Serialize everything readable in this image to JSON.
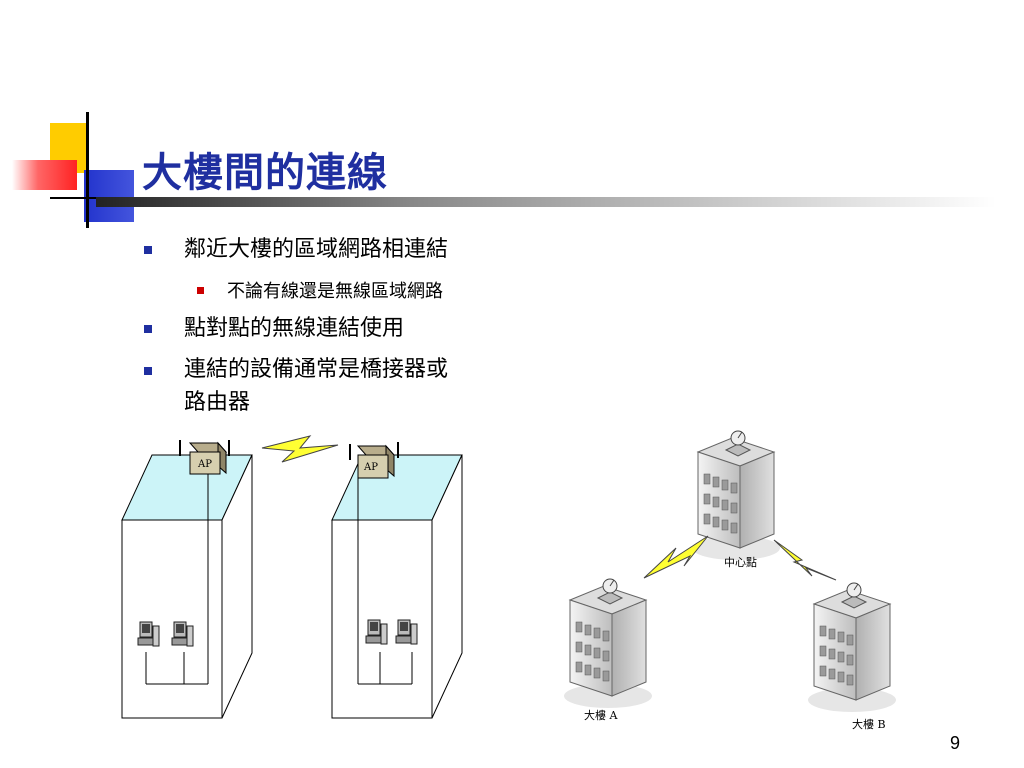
{
  "slide": {
    "title": "大樓間的連線",
    "page_number": "9"
  },
  "bullets": [
    {
      "text": "鄰近大樓的區域網路相連結"
    },
    {
      "text": "不論有線還是無線區域網路",
      "level": 2
    },
    {
      "text": "點對點的無線連結使用"
    },
    {
      "text": "連結的設備通常是橋接器或",
      "continuation": "路由器"
    }
  ],
  "diagram_left": {
    "ap_label_1": "AP",
    "ap_label_2": "AP"
  },
  "diagram_right": {
    "center_label": "中心點",
    "building_a_label": "大樓 A",
    "building_b_label": "大樓 B"
  },
  "colors": {
    "title": "#1f2fa0",
    "bullet_level1": "#1f2fa0",
    "bullet_level2": "#cc0000",
    "roof": "#ccf4f8",
    "deco_yellow": "#ffcc00",
    "deco_red": "#ff3333",
    "deco_blue": "#2233cc"
  }
}
